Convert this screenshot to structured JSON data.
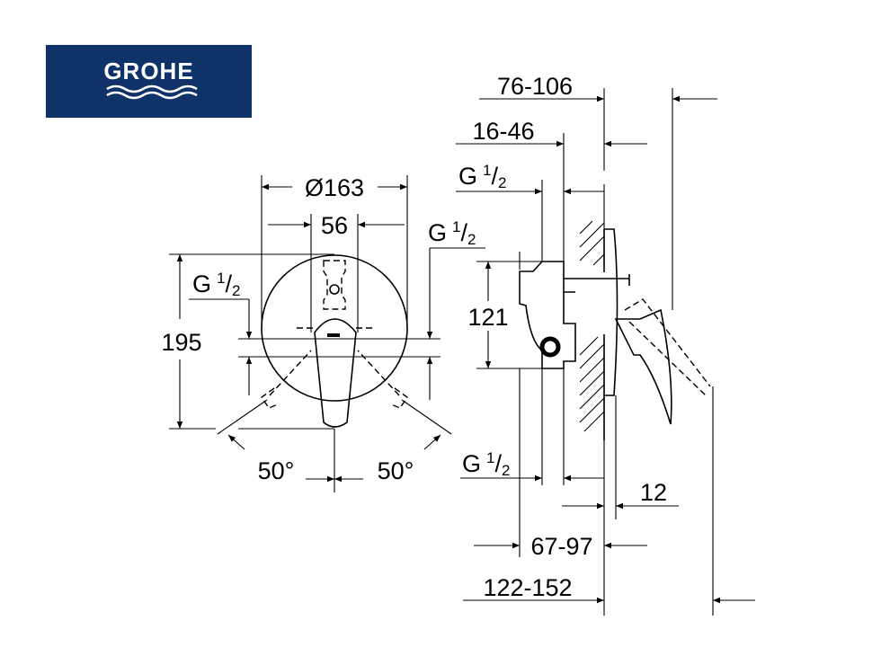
{
  "brand": {
    "name": "GROHE",
    "color": "#0f3368"
  },
  "front_view": {
    "diameter": "Ø163",
    "spacing": "56",
    "height": "195",
    "angle_left": "50°",
    "angle_right": "50°",
    "connection_left": {
      "g": "G",
      "num": "1",
      "slash": "/",
      "den": "2"
    },
    "connection_right": {
      "g": "G",
      "num": "1",
      "slash": "/",
      "den": "2"
    }
  },
  "side_view": {
    "depth_overall_top": "76-106",
    "depth_wall": "16-46",
    "connection_top": {
      "g": "G",
      "num": "1",
      "slash": "/",
      "den": "2"
    },
    "body_height": "121",
    "connection_bottom": {
      "g": "G",
      "num": "1",
      "slash": "/",
      "den": "2"
    },
    "plate": "12",
    "depth_body": "67-97",
    "depth_overall_bottom": "122-152"
  }
}
